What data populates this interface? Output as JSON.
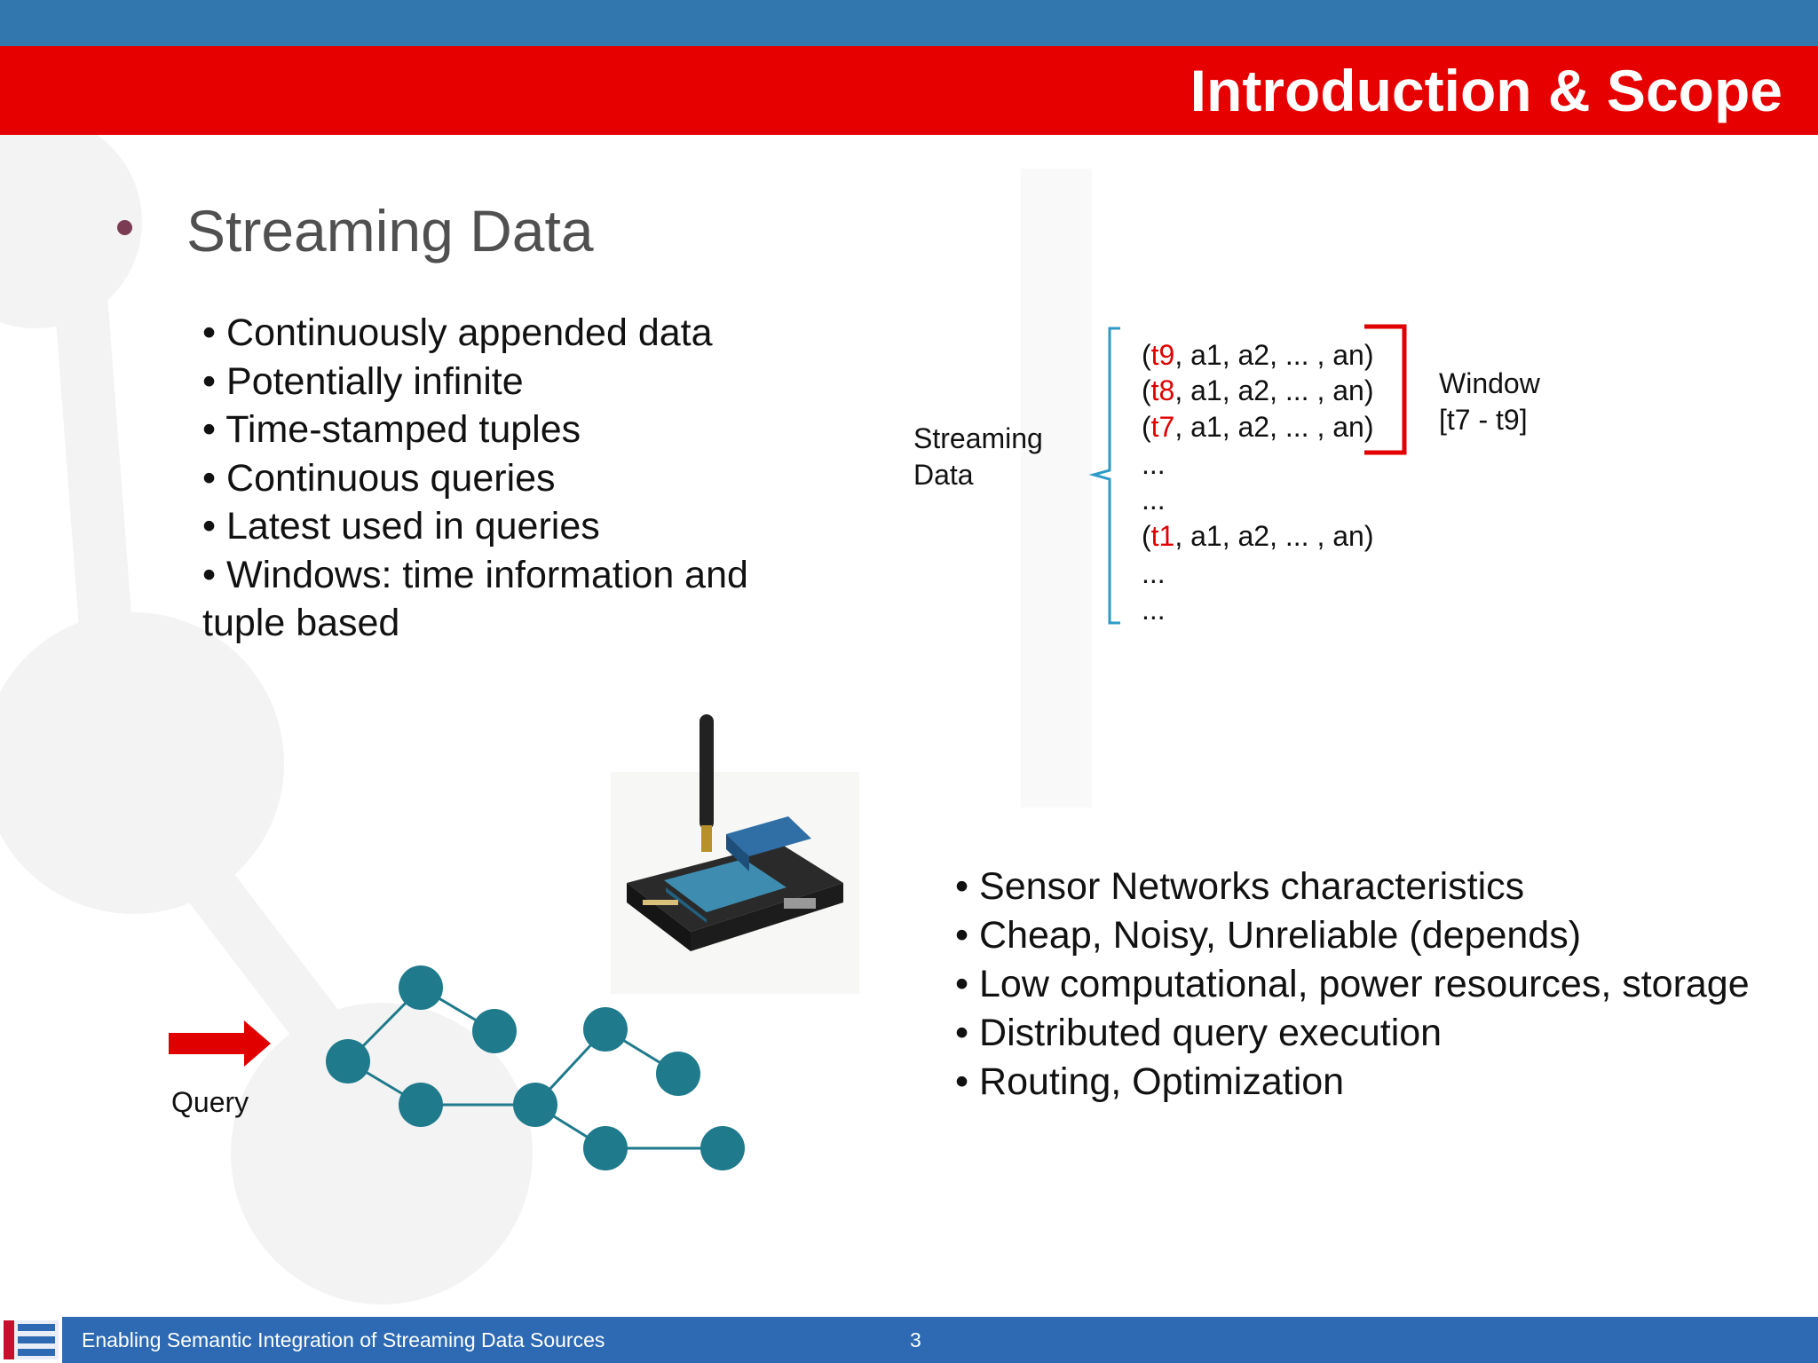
{
  "slide": {
    "title": "Introduction & Scope",
    "main_bullet": "Streaming Data"
  },
  "streaming_points": [
    "Continuously appended data",
    "Potentially infinite",
    "Time-stamped tuples",
    "Continuous queries",
    "Latest used in queries",
    "Windows: time information  and tuple based"
  ],
  "diagram": {
    "stream_label_line1": "Streaming",
    "stream_label_line2": "Data",
    "tuples": [
      {
        "t": "t9",
        "rest": ", a1, a2, ... , an)"
      },
      {
        "t": "t8",
        "rest": ", a1, a2, ... , an)"
      },
      {
        "t": "t7",
        "rest": ", a1, a2, ... , an)"
      },
      {
        "t": "t1",
        "rest": ", a1, a2, ... , an)"
      }
    ],
    "open_paren": "(",
    "ellipsis": "...",
    "window_label_line1": "Window",
    "window_label_line2": "[t7 - t9]",
    "bracket_color": "#e00000",
    "brace_color": "#2e9bc6",
    "time_color": "#e00000"
  },
  "sensor_points": [
    "Sensor Networks characteristics",
    "Cheap, Noisy, Unreliable (depends)",
    "Low computational, power resources, storage",
    "Distributed query execution",
    "Routing, Optimization"
  ],
  "network": {
    "query_label": "Query",
    "node_color": "#1f7a8c",
    "arrow_color": "#e00000"
  },
  "footer": {
    "text": "Enabling Semantic Integration of Streaming Data Sources",
    "page_number": "3"
  },
  "colors": {
    "top_band": "#3277ad",
    "title_bar": "#e60000",
    "footer": "#2d6ab3"
  }
}
